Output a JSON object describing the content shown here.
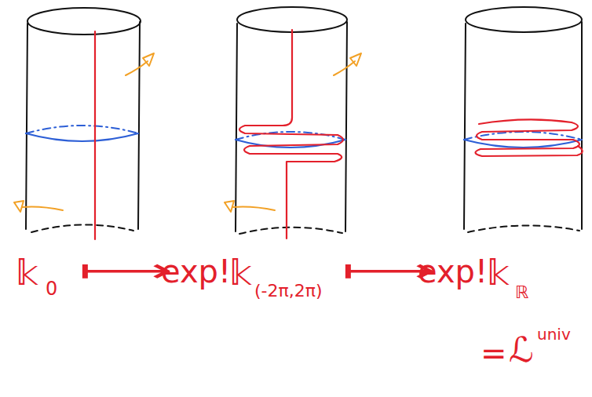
{
  "diagram": {
    "labels": [
      "𝕜",
      "0",
      "⟼",
      "exp!",
      "𝕜",
      "(-2π,2π)",
      "⟼",
      "exp!",
      "𝕜",
      "ℝ",
      "=",
      "ℒ",
      "univ"
    ]
  }
}
